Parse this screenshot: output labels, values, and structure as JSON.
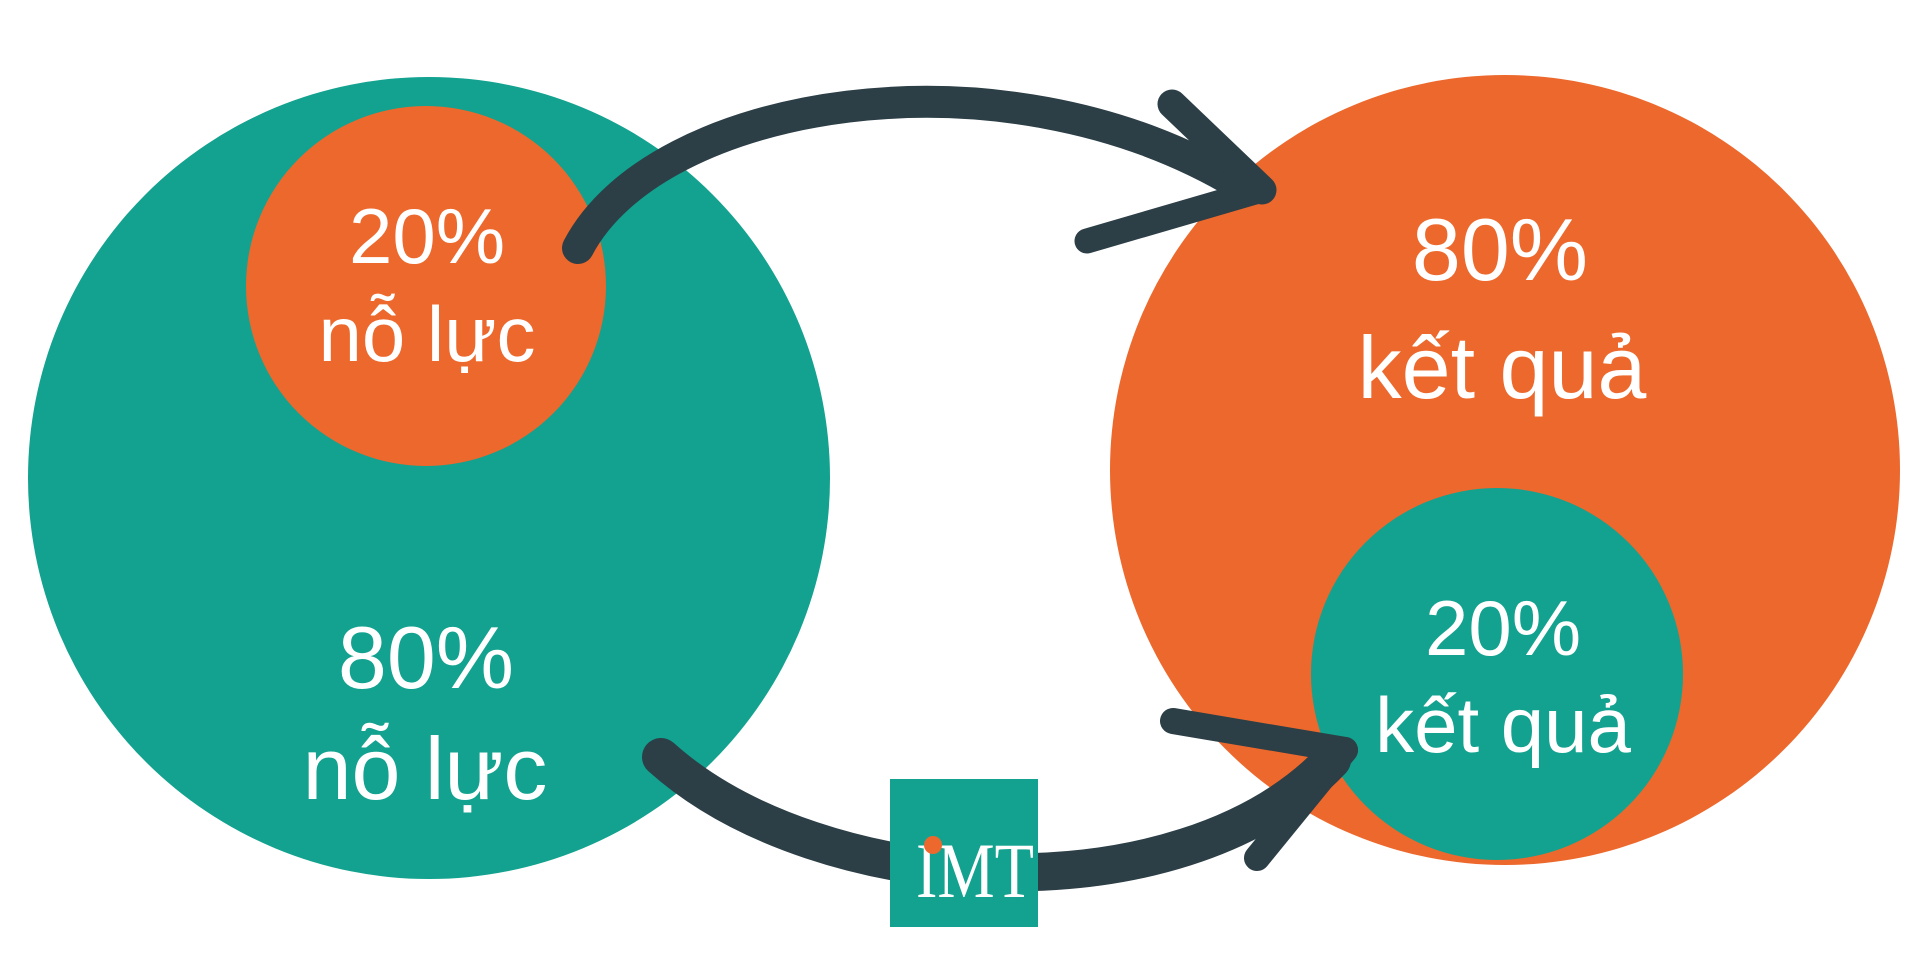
{
  "colors": {
    "teal": "#12A28F",
    "orange": "#ED682C",
    "arrow": "#2C3E46",
    "label_text": "#FFFFFF"
  },
  "diagram": {
    "effort_outer": {
      "percent": "80%",
      "label": "nỗ lực"
    },
    "effort_inner": {
      "percent": "20%",
      "label": "nỗ lực"
    },
    "result_outer": {
      "percent": "80%",
      "label": "kết quả"
    },
    "result_inner": {
      "percent": "20%",
      "label": "kết quả"
    },
    "logo": {
      "text": "IMT"
    }
  }
}
